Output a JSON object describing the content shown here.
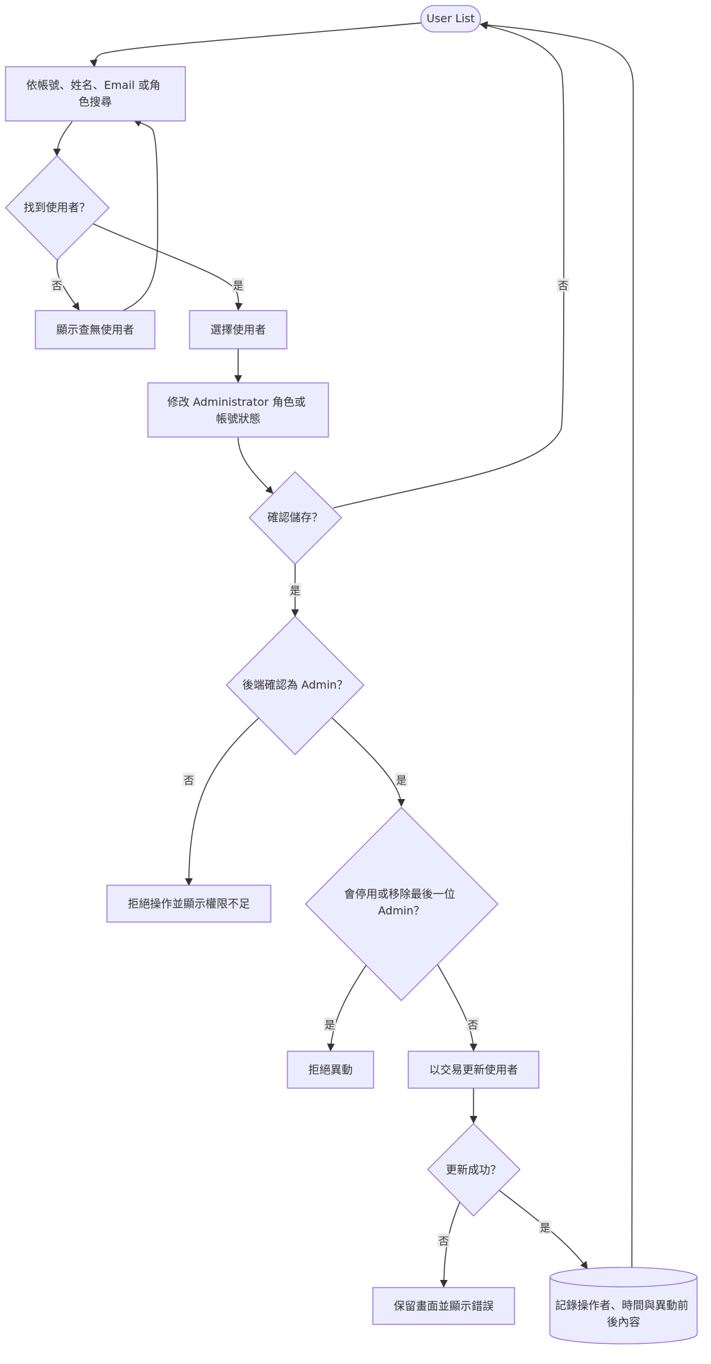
{
  "nodes": {
    "user_list": "User List",
    "search": [
      "依帳號、姓名、Email 或角",
      "色搜尋"
    ],
    "found_user": "找到使用者？",
    "no_user": "顯示查無使用者",
    "select_user": "選擇使用者",
    "edit_role": [
      "修改 Administrator 角色或",
      "帳號狀態"
    ],
    "confirm_save": "確認儲存？",
    "backend_admin": "後端確認為 Admin？",
    "reject_permission": "拒絕操作並顯示權限不足",
    "last_admin": [
      "會停用或移除最後一位",
      "Admin？"
    ],
    "reject_change": "拒絕異動",
    "transaction_update": "以交易更新使用者",
    "update_success": "更新成功？",
    "keep_error": "保留畫面並顯示錯誤",
    "audit_log": [
      "記錄操作者、時間與異動前",
      "後內容"
    ]
  },
  "edge_labels": {
    "found_no": "否",
    "found_yes": "是",
    "confirm_no": "否",
    "confirm_yes": "是",
    "admin_no": "否",
    "admin_yes": "是",
    "last_yes": "是",
    "last_no": "否",
    "success_no": "否",
    "success_yes": "是"
  }
}
